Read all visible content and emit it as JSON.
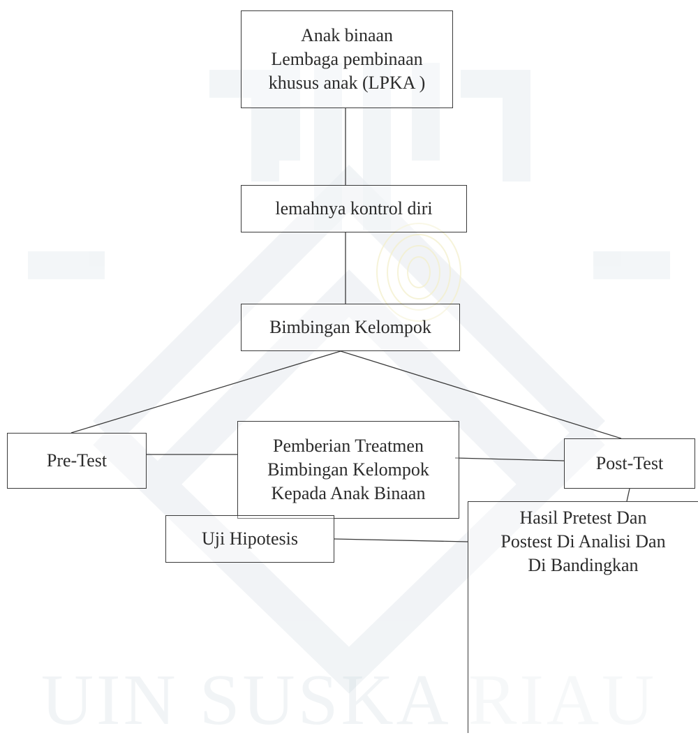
{
  "nodes": {
    "lpka": {
      "lines": [
        "Anak binaan",
        "Lembaga pembinaan",
        "khusus anak (LPKA )"
      ]
    },
    "kontrol": {
      "lines": [
        "lemahnya kontrol diri"
      ]
    },
    "bimbingan": {
      "lines": [
        "Bimbingan Kelompok"
      ]
    },
    "pretest": {
      "lines": [
        "Pre-Test"
      ]
    },
    "treatmen": {
      "lines": [
        "Pemberian Treatmen",
        "Bimbingan Kelompok",
        "Kepada Anak Binaan"
      ]
    },
    "posttest": {
      "lines": [
        "Post-Test"
      ]
    },
    "hasil": {
      "lines": [
        "Hasil Pretest Dan",
        "Postest Di Analisi Dan",
        "Di Bandingkan"
      ]
    },
    "uji": {
      "lines": [
        "Uji Hipotesis"
      ]
    }
  },
  "edges": [
    {
      "from": "lpka",
      "to": "kontrol"
    },
    {
      "from": "kontrol",
      "to": "bimbingan"
    },
    {
      "from": "bimbingan",
      "to": "pretest"
    },
    {
      "from": "bimbingan",
      "to": "posttest"
    },
    {
      "from": "pretest",
      "to": "treatmen"
    },
    {
      "from": "treatmen",
      "to": "posttest"
    },
    {
      "from": "posttest",
      "to": "hasil"
    },
    {
      "from": "uji",
      "to": "hasil"
    }
  ],
  "watermark": {
    "text": "UIN SUSKA RIAU"
  }
}
